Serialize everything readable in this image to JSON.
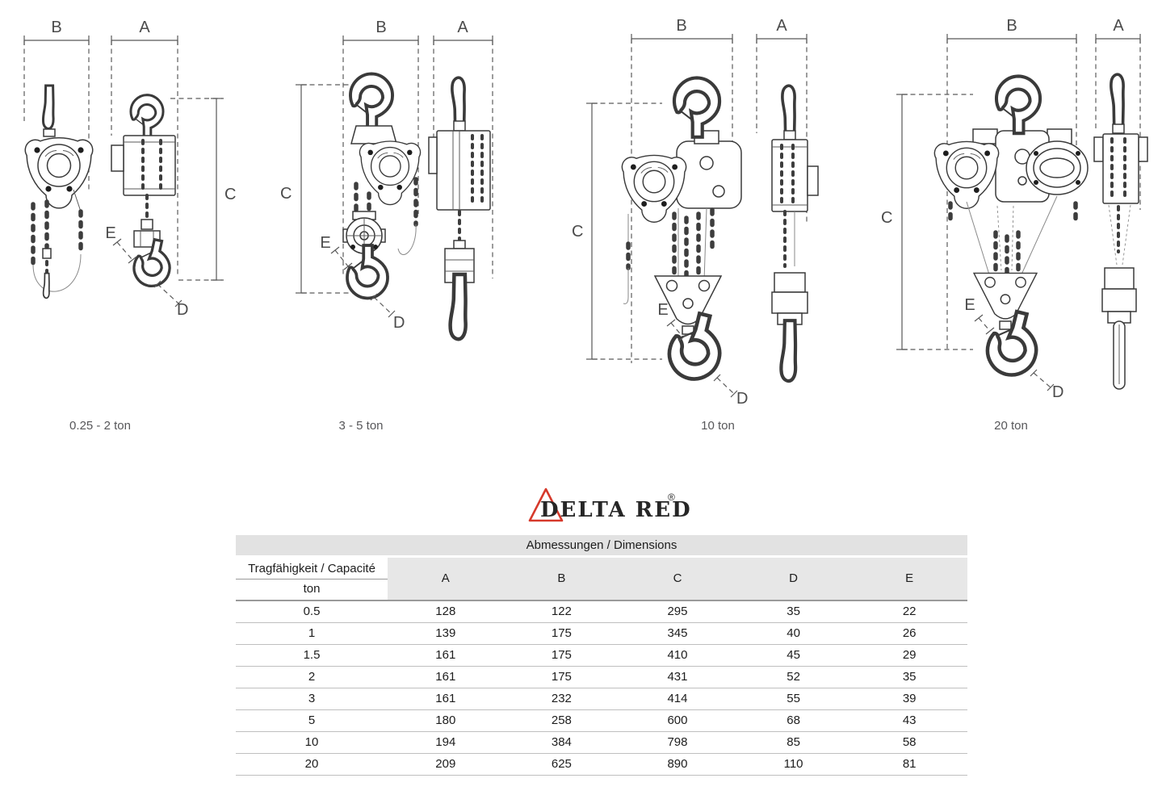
{
  "dims": {
    "A": "A",
    "B": "B",
    "C": "C",
    "D": "D",
    "E": "E"
  },
  "figures": [
    {
      "caption": "0.25 - 2 ton"
    },
    {
      "caption": "3 - 5 ton"
    },
    {
      "caption": "10 ton"
    },
    {
      "caption": "20 ton"
    }
  ],
  "logo": {
    "brand": "DELTA RED",
    "registered": "®",
    "triangle_color": "#d6392b",
    "text_color": "#262626"
  },
  "table": {
    "title": "Abmessungen / Dimensions",
    "capacity_label": "Tragfähigkeit / Capacité",
    "unit_label": "ton",
    "columns": [
      "A",
      "B",
      "C",
      "D",
      "E"
    ],
    "rows": [
      {
        "ton": "0.5",
        "A": "128",
        "B": "122",
        "C": "295",
        "D": "35",
        "E": "22"
      },
      {
        "ton": "1",
        "A": "139",
        "B": "175",
        "C": "345",
        "D": "40",
        "E": "26"
      },
      {
        "ton": "1.5",
        "A": "161",
        "B": "175",
        "C": "410",
        "D": "45",
        "E": "29"
      },
      {
        "ton": "2",
        "A": "161",
        "B": "175",
        "C": "431",
        "D": "52",
        "E": "35"
      },
      {
        "ton": "3",
        "A": "161",
        "B": "232",
        "C": "414",
        "D": "55",
        "E": "39"
      },
      {
        "ton": "5",
        "A": "180",
        "B": "258",
        "C": "600",
        "D": "68",
        "E": "43"
      },
      {
        "ton": "10",
        "A": "194",
        "B": "384",
        "C": "798",
        "D": "85",
        "E": "58"
      },
      {
        "ton": "20",
        "A": "209",
        "B": "625",
        "C": "890",
        "D": "110",
        "E": "81"
      }
    ]
  }
}
